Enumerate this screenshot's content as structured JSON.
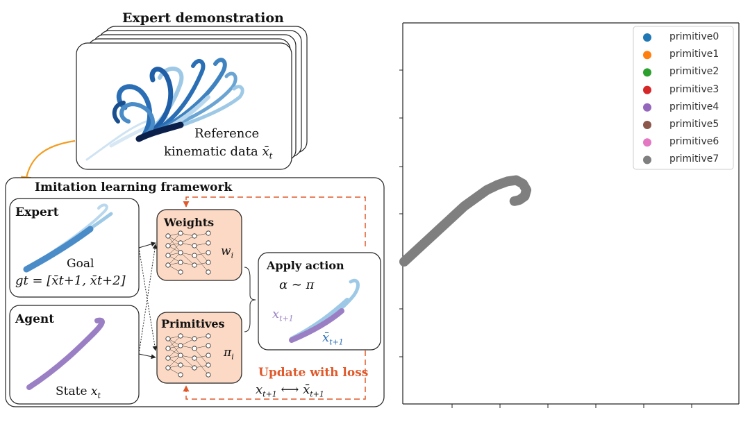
{
  "diagram": {
    "expert_demo_title": "Expert demonstration",
    "reference_line1": "Reference",
    "reference_line2": "kinematic data",
    "reference_symbol": "x̄",
    "reference_sub": "t",
    "framework_title": "Imitation learning framework",
    "expert_label": "Expert",
    "goal_label": "Goal",
    "goal_formula": "gt = [x̄t+1, x̄t+2]",
    "agent_label": "Agent",
    "state_label": "State",
    "state_symbol": "x",
    "state_sub": "t",
    "weights_label": "Weights",
    "weights_symbol": "w",
    "weights_sub": "i",
    "primitives_label": "Primitives",
    "primitives_symbol": "π",
    "primitives_sub": "i",
    "apply_action_label": "Apply action",
    "action_formula": "α ∼ π",
    "x_next_symbol": "x",
    "x_next_sub": "t+1",
    "xbar_next_symbol": "x̄",
    "xbar_next_sub": "t+1",
    "update_loss_label": "Update with loss",
    "loss_left": "x",
    "loss_left_sub": "t+1",
    "loss_arrow": "⟷",
    "loss_right": "x̄",
    "loss_right_sub": "t+1",
    "colors": {
      "expert_blue": "#1f5fa8",
      "light_blue": "#9ec9e6",
      "agent_purple": "#9b7fc4",
      "network_fill": "#fbd9c4",
      "loss_orange": "#e0592a",
      "arrow_orange": "#f39c1f"
    }
  },
  "chart_data": {
    "type": "scatter",
    "legend_position": "top-right",
    "legend": [
      {
        "name": "primitive0",
        "color": "#1f77b4"
      },
      {
        "name": "primitive1",
        "color": "#ff7f0e"
      },
      {
        "name": "primitive2",
        "color": "#2ca02c"
      },
      {
        "name": "primitive3",
        "color": "#d62728"
      },
      {
        "name": "primitive4",
        "color": "#9467bd"
      },
      {
        "name": "primitive5",
        "color": "#8c564b"
      },
      {
        "name": "primitive6",
        "color": "#e377c2"
      },
      {
        "name": "primitive7",
        "color": "#7f7f7f"
      }
    ],
    "active_series": "primitive7",
    "trajectory": [
      [
        0.0,
        0.0
      ],
      [
        0.07,
        0.09
      ],
      [
        0.14,
        0.18
      ],
      [
        0.21,
        0.27
      ],
      [
        0.28,
        0.36
      ],
      [
        0.35,
        0.45
      ],
      [
        0.42,
        0.52
      ],
      [
        0.48,
        0.58
      ],
      [
        0.54,
        0.62
      ],
      [
        0.6,
        0.65
      ],
      [
        0.65,
        0.66
      ],
      [
        0.69,
        0.63
      ],
      [
        0.71,
        0.58
      ],
      [
        0.7,
        0.53
      ],
      [
        0.67,
        0.5
      ],
      [
        0.64,
        0.49
      ]
    ],
    "grid": false
  }
}
